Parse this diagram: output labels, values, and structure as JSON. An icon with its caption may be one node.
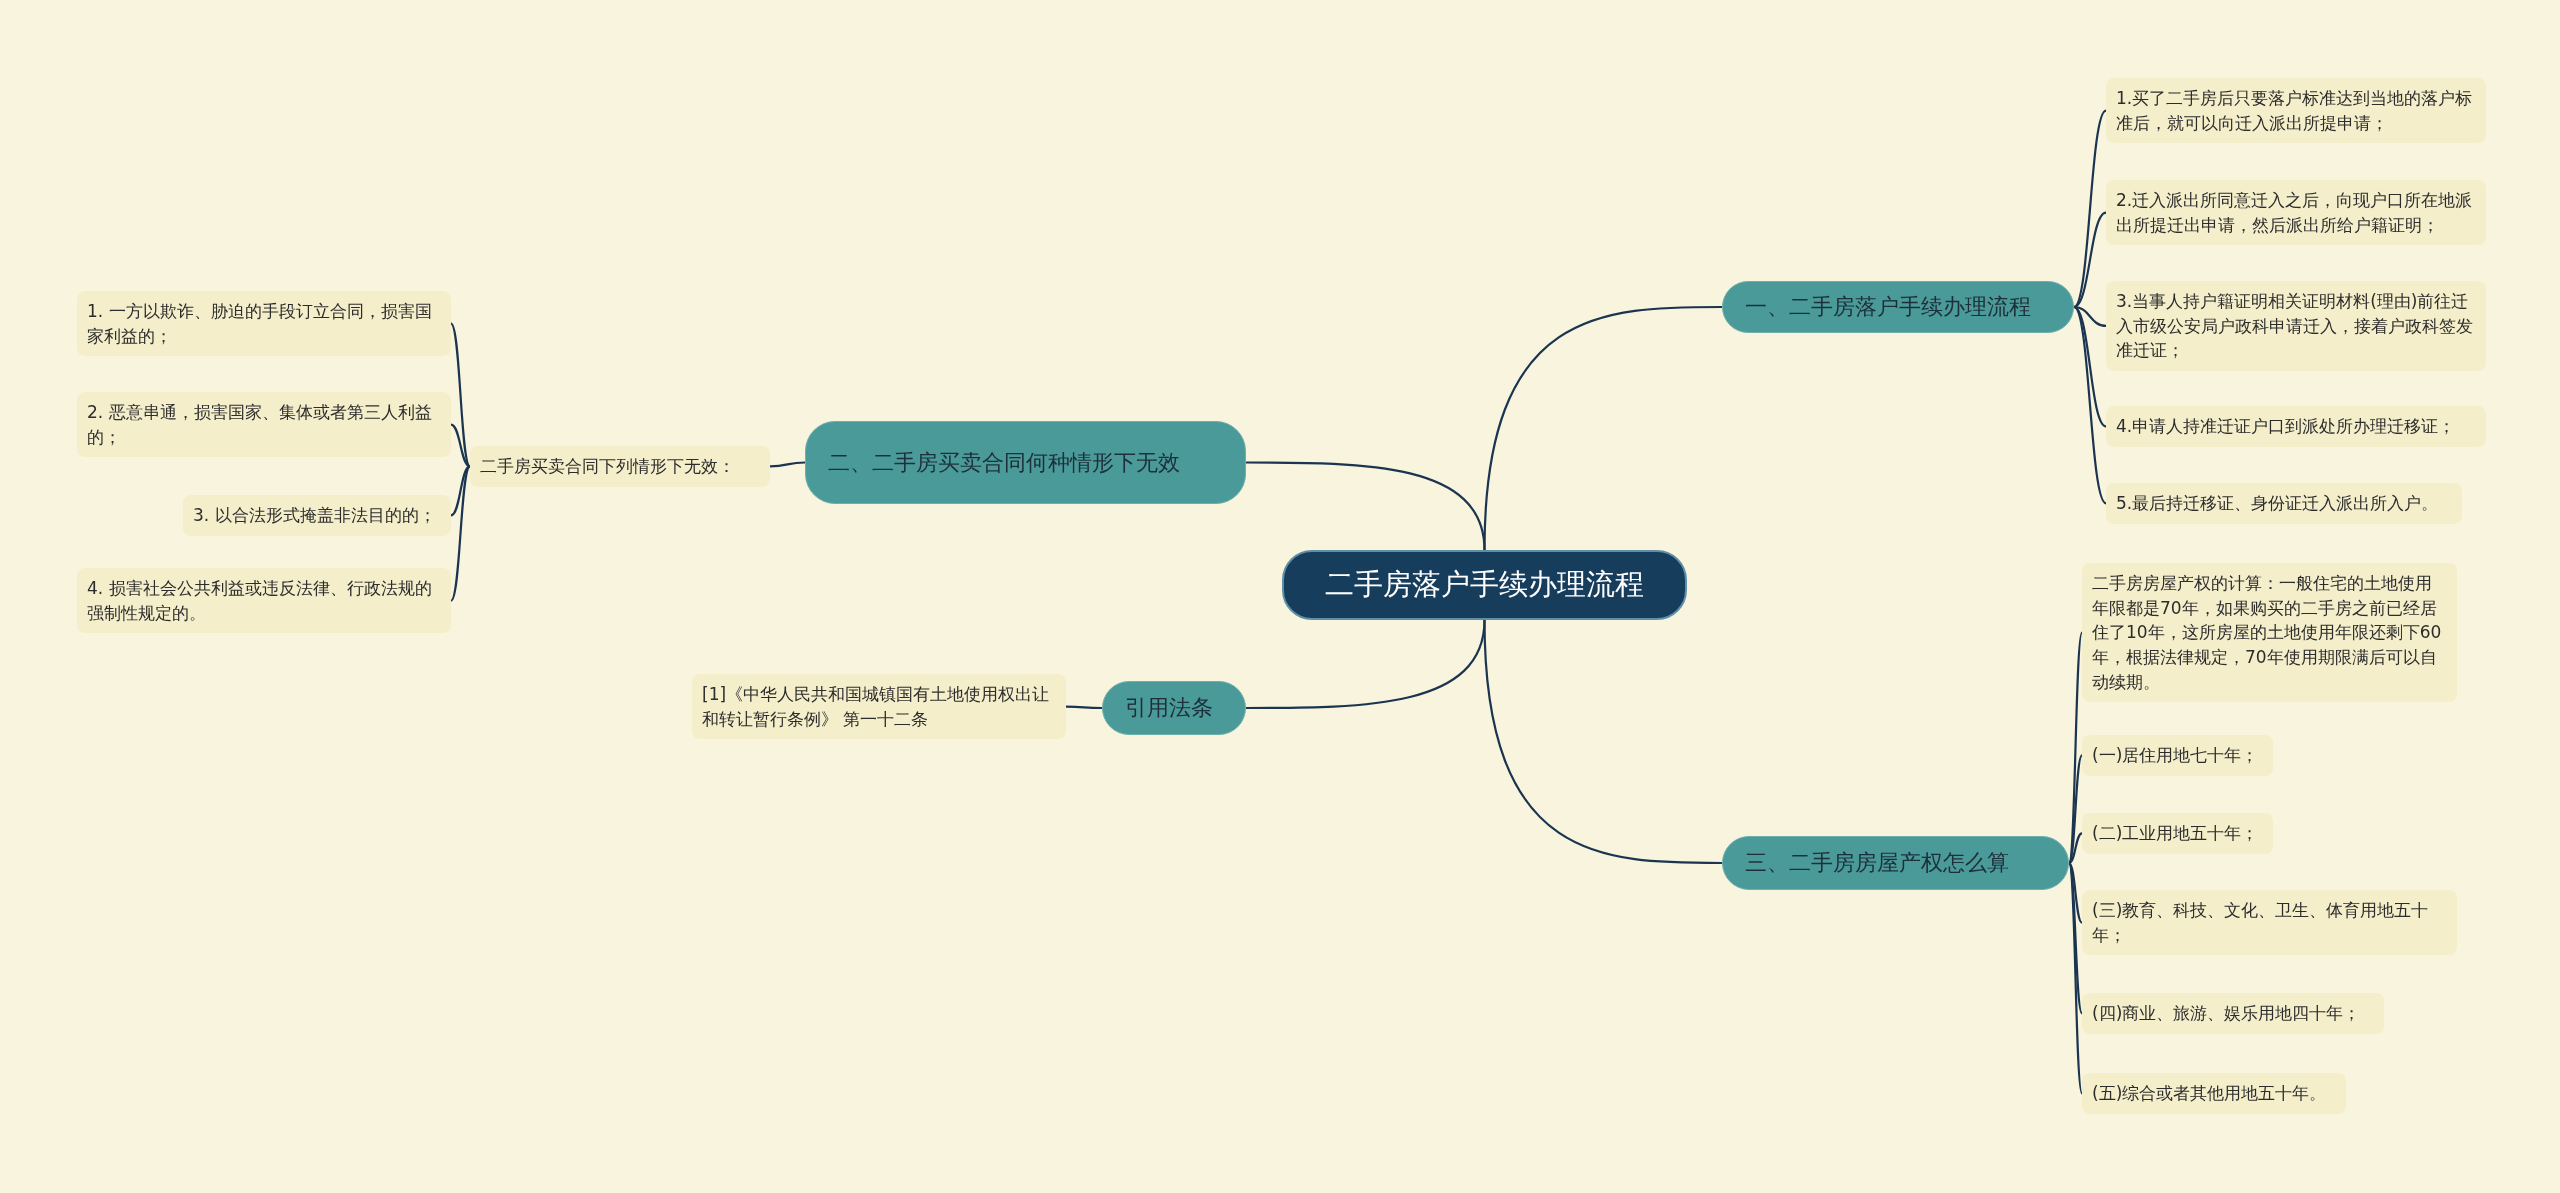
{
  "diagram": {
    "nodes": [
      {
        "text": [
          "二手房落户手续办理流程"
        ]
      },
      {
        "text": [
          "一、二手房落户手续办理流程"
        ]
      },
      {
        "text": [
          "1.买了二手房后只要落户标准达到当地的落户标准后，就可以向迁入派出所提申请；"
        ]
      },
      {
        "text": [
          "2.迁入派出所同意迁入之后，向现户口所在地派出所提迁出申请，然后派出所给户籍证明；"
        ]
      },
      {
        "text": [
          "3.当事人持户籍证明相关证明材料(理由)前往迁入市级公安局户政科申请迁入，接着户政科签发准迁证；"
        ]
      },
      {
        "text": [
          "4.申请人持准迁证户口到派处所办理迁移证；"
        ]
      },
      {
        "text": [
          "5.最后持迁移证、身份证迁入派出所入户。"
        ]
      },
      {
        "text": [
          "二、二手房买卖合同何种情形下无效"
        ]
      },
      {
        "text": [
          "二手房买卖合同下列情形下无效："
        ]
      },
      {
        "text": [
          "1. 一方以欺诈、胁迫的手段订立合同，损害国家利益的；"
        ]
      },
      {
        "text": [
          "2. 恶意串通，损害国家、集体或者第三人利益的；"
        ]
      },
      {
        "text": [
          "3. 以合法形式掩盖非法目的的；"
        ]
      },
      {
        "text": [
          "4. 损害社会公共利益或违反法律、行政法规的强制性规定的。"
        ]
      },
      {
        "text": [
          "引用法条"
        ]
      },
      {
        "text": [
          "[1]《中华人民共和国城镇国有土地使用权出让和转让暂行条例》 第一十二条"
        ]
      },
      {
        "text": [
          "三、二手房房屋产权怎么算"
        ]
      },
      {
        "text": [
          "二手房房屋产权的计算：一般住宅的土地使用年限都是70年，如果购买的二手房之前已经居住了10年，这所房屋的土地使用年限还剩下60年，根据法律规定，70年使用期限满后可以自动续期。"
        ]
      },
      {
        "text": [
          "(一)居住用地七十年；"
        ]
      },
      {
        "text": [
          "(二)工业用地五十年；"
        ]
      },
      {
        "text": [
          "(三)教育、科技、文化、卫生、体育用地五十年；"
        ]
      },
      {
        "text": [
          "(四)商业、旅游、娱乐用地四十年；"
        ]
      },
      {
        "text": [
          "(五)综合或者其他用地五十年。"
        ]
      }
    ],
    "edges": [
      {
        "from": 0,
        "to": 1,
        "arrow": "none"
      },
      {
        "from": 1,
        "to": 2,
        "arrow": "none"
      },
      {
        "from": 1,
        "to": 3,
        "arrow": "none"
      },
      {
        "from": 1,
        "to": 4,
        "arrow": "none"
      },
      {
        "from": 1,
        "to": 5,
        "arrow": "none"
      },
      {
        "from": 1,
        "to": 6,
        "arrow": "none"
      },
      {
        "from": 0,
        "to": 7,
        "arrow": "none"
      },
      {
        "from": 7,
        "to": 8,
        "arrow": "none"
      },
      {
        "from": 8,
        "to": 9,
        "arrow": "none"
      },
      {
        "from": 8,
        "to": 10,
        "arrow": "none"
      },
      {
        "from": 8,
        "to": 11,
        "arrow": "none"
      },
      {
        "from": 8,
        "to": 12,
        "arrow": "none"
      },
      {
        "from": 0,
        "to": 13,
        "arrow": "none"
      },
      {
        "from": 13,
        "to": 14,
        "arrow": "none"
      },
      {
        "from": 0,
        "to": 15,
        "arrow": "none"
      },
      {
        "from": 15,
        "to": 16,
        "arrow": "none"
      },
      {
        "from": 15,
        "to": 17,
        "arrow": "none"
      },
      {
        "from": 15,
        "to": 18,
        "arrow": "none"
      },
      {
        "from": 15,
        "to": 19,
        "arrow": "none"
      },
      {
        "from": 15,
        "to": 20,
        "arrow": "none"
      },
      {
        "from": 15,
        "to": 21,
        "arrow": "none"
      }
    ]
  }
}
